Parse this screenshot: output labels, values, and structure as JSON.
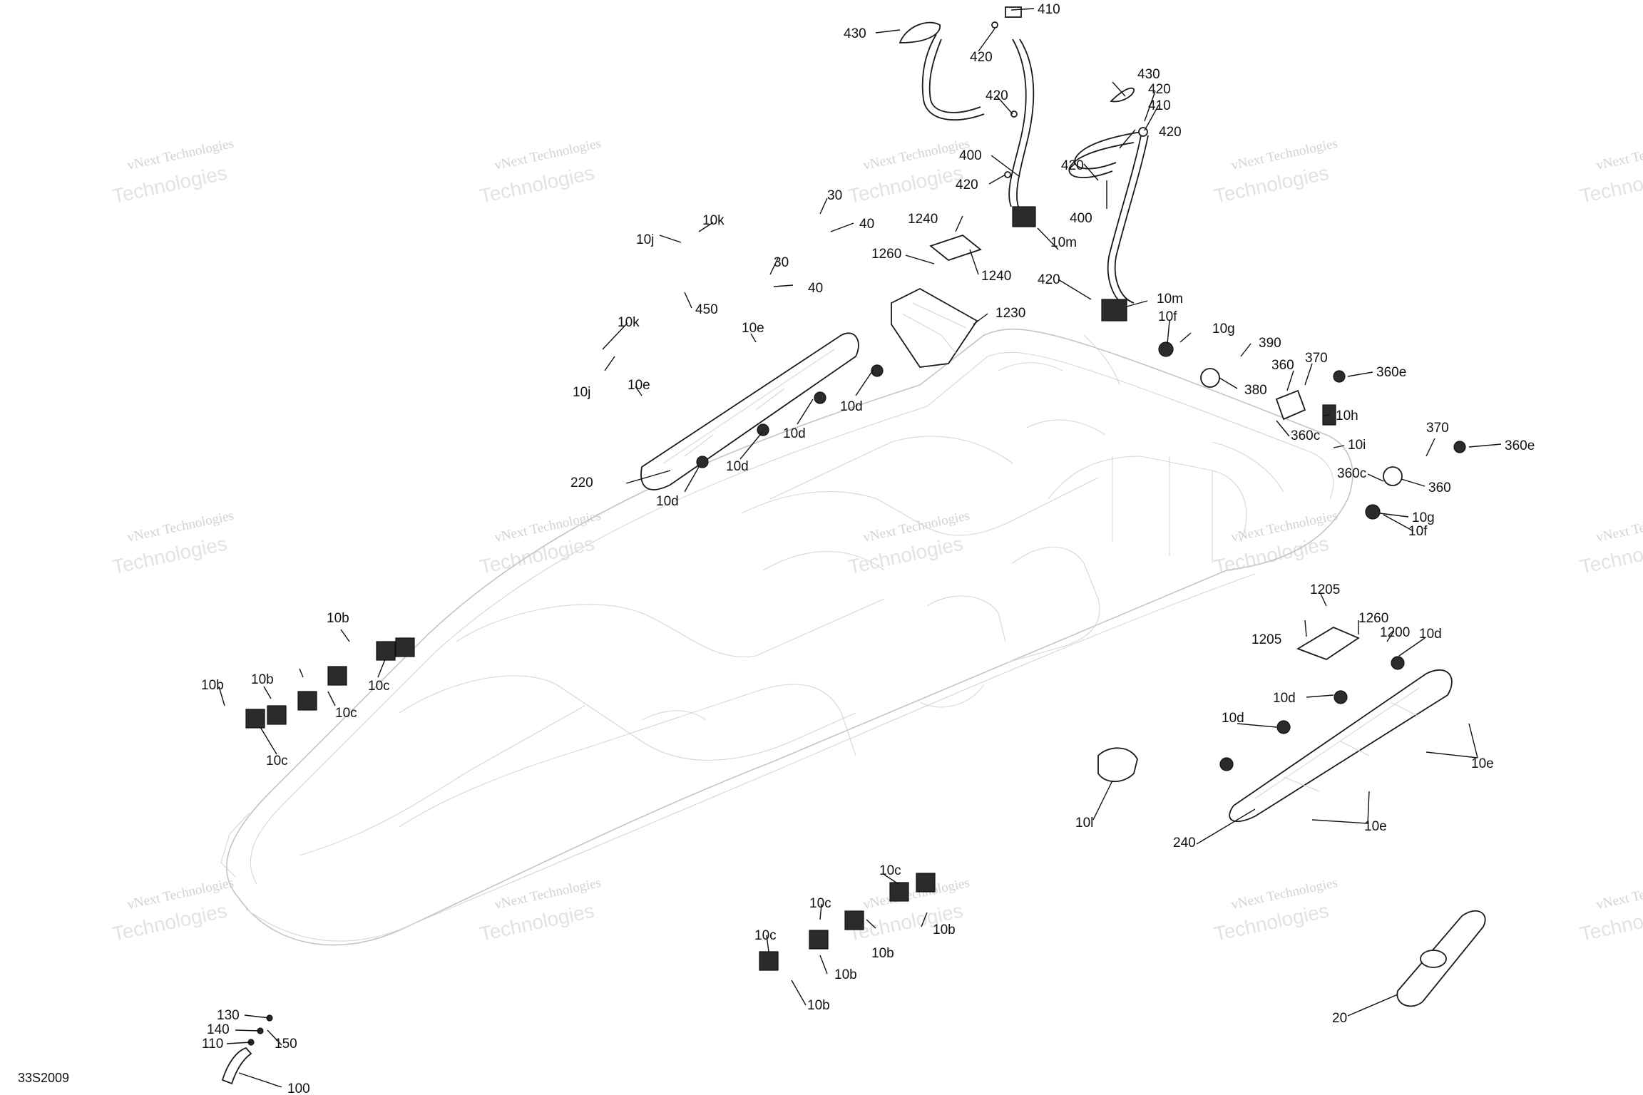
{
  "diagram": {
    "drawing_code": "33S2009",
    "watermark": {
      "line1": "vNext Technologies",
      "line2": "Technologies",
      "overlay": "vNext"
    },
    "callouts": [
      "430",
      "410",
      "420",
      "420",
      "400",
      "420",
      "430",
      "420",
      "410",
      "420",
      "420",
      "400",
      "420",
      "30",
      "40",
      "30",
      "40",
      "1240",
      "1260",
      "1240",
      "1230",
      "10m",
      "10m",
      "10k",
      "10j",
      "450",
      "10k",
      "10j",
      "10e",
      "10e",
      "220",
      "10d",
      "10d",
      "10d",
      "10d",
      "10f",
      "10g",
      "390",
      "360",
      "370",
      "360e",
      "380",
      "360c",
      "10h",
      "10i",
      "370",
      "360e",
      "360c",
      "360",
      "10g",
      "10f",
      "1205",
      "1205",
      "1260",
      "1200",
      "10d",
      "10d",
      "10d",
      "10e",
      "10e",
      "240",
      "10l",
      "10b",
      "10b",
      "10b",
      "10c",
      "10c",
      "10c",
      "10c",
      "10c",
      "10c",
      "10b",
      "10b",
      "10b",
      "10b",
      "130",
      "140",
      "110",
      "150",
      "100",
      "20"
    ]
  }
}
